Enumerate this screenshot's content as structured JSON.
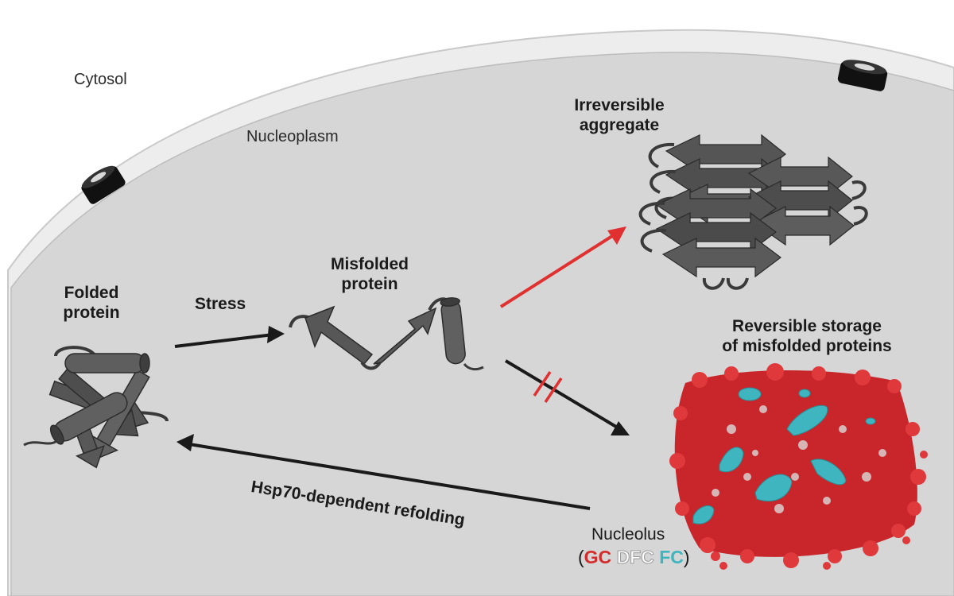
{
  "labels": {
    "cytosol": "Cytosol",
    "nucleoplasm": "Nucleoplasm",
    "folded_line1": "Folded",
    "folded_line2": "protein",
    "stress": "Stress",
    "misfolded_line1": "Misfolded",
    "misfolded_line2": "protein",
    "irreversible_line1": "Irreversible",
    "irreversible_line2": "aggregate",
    "reversible_line1": "Reversible storage",
    "reversible_line2": "of misfolded proteins",
    "refolding": "Hsp70-dependent refolding",
    "nucleolus": "Nucleolus",
    "legend": {
      "open": "(",
      "gc": "GC",
      "dfc": "DFC",
      "fc": "FC",
      "close": ")"
    }
  },
  "colors": {
    "nucleoplasm": "#d6d6d6",
    "membrane": "#f4f4f4",
    "protein": "#5b5b5b",
    "aggregate_arrow": "#e03030",
    "arrow": "#1a1a1a",
    "gc": "#d62b2b",
    "dfc": "#e6e6e6",
    "fc": "#3fb5bf",
    "pore": "#111111"
  },
  "icons": {
    "folded": "folded-protein-ribbon",
    "misfolded": "misfolded-protein-ribbon",
    "aggregate": "amyloid-aggregate",
    "nucleolus": "nucleolus-storage-blob",
    "pore": "nuclear-pore"
  }
}
